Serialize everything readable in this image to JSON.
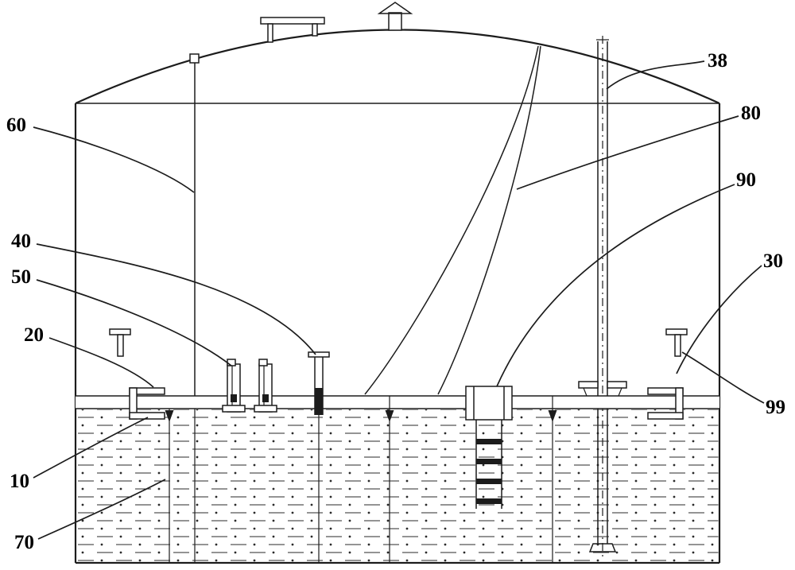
{
  "figure": {
    "kind": "patent-style tank cross-section drawing"
  },
  "colors": {
    "line": "#1c1c1c",
    "background": "#ffffff"
  },
  "labels": {
    "n10": "10",
    "n20": "20",
    "n30": "30",
    "n38": "38",
    "n40": "40",
    "n50": "50",
    "n60": "60",
    "n70": "70",
    "n80": "80",
    "n90": "90",
    "n99": "99"
  }
}
